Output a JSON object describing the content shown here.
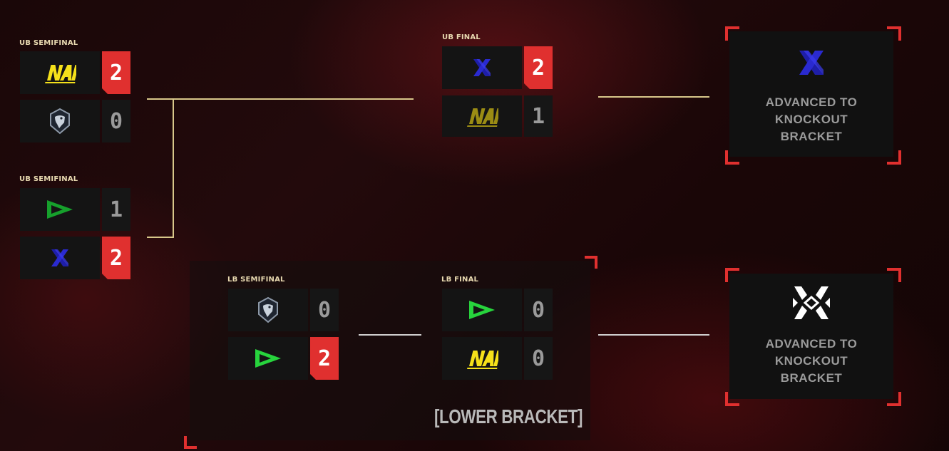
{
  "colors": {
    "accent": "#e0302f",
    "connector": "#d8c78a",
    "label": "#e8d9b0"
  },
  "upper": {
    "semi1": {
      "label": "UB SEMIFINAL",
      "teams": [
        {
          "logo": "navi-logo",
          "score": "2",
          "winner": true
        },
        {
          "logo": "liquid-logo",
          "score": "0",
          "winner": false
        }
      ]
    },
    "semi2": {
      "label": "UB SEMIFINAL",
      "teams": [
        {
          "logo": "loud-logo",
          "score": "1",
          "winner": false
        },
        {
          "logo": "x-logo",
          "score": "2",
          "winner": true
        }
      ]
    },
    "final": {
      "label": "UB FINAL",
      "teams": [
        {
          "logo": "x-logo",
          "score": "2",
          "winner": true
        },
        {
          "logo": "navi-logo",
          "score": "1",
          "winner": false
        }
      ]
    }
  },
  "lower": {
    "title": "[LOWER BRACKET]",
    "semi": {
      "label": "LB SEMIFINAL",
      "teams": [
        {
          "logo": "liquid-logo",
          "score": "0",
          "winner": false
        },
        {
          "logo": "loud-logo",
          "score": "2",
          "winner": true
        }
      ]
    },
    "final": {
      "label": "LB FINAL",
      "teams": [
        {
          "logo": "loud-logo",
          "score": "0",
          "winner": false
        },
        {
          "logo": "navi-logo",
          "score": "0",
          "winner": false
        }
      ]
    }
  },
  "results": {
    "top": {
      "logo": "x-logo",
      "lines": [
        "ADVANCED TO",
        "KNOCKOUT",
        "BRACKET"
      ]
    },
    "bottom": {
      "logo": "vct-logo",
      "lines": [
        "ADVANCED TO",
        "KNOCKOUT",
        "BRACKET"
      ]
    }
  }
}
